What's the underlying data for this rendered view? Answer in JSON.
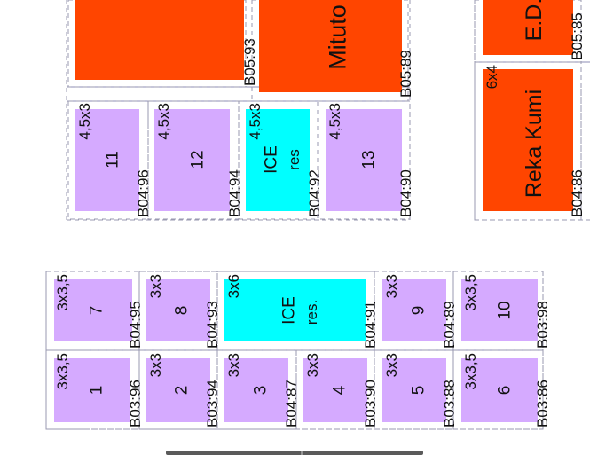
{
  "colors": {
    "booth_standard": "#d5aaff",
    "booth_ice": "#00ffff",
    "booth_exhibitor": "#ff4500",
    "outline": "#9a9ab0",
    "bottom_bar": "#5a5a5a"
  },
  "booths": [
    {
      "num": "7",
      "size": "3x3,5",
      "code": "B04:95",
      "type": "standard"
    },
    {
      "num": "8",
      "size": "3x3",
      "code": "B04:93",
      "type": "standard"
    },
    {
      "num": "ICE",
      "sub": "res.",
      "size": "3x6",
      "code": "B04:91",
      "type": "ice"
    },
    {
      "num": "9",
      "size": "3x3",
      "code": "B04:89",
      "type": "standard"
    },
    {
      "num": "10",
      "size": "3x3,5",
      "code": "B03:98",
      "type": "standard"
    },
    {
      "num": "1",
      "size": "3x3,5",
      "code": "B03:96",
      "type": "standard"
    },
    {
      "num": "2",
      "size": "3x3",
      "code": "B03:94",
      "type": "standard"
    },
    {
      "num": "3",
      "size": "3x3",
      "code": "B04:87",
      "type": "standard"
    },
    {
      "num": "4",
      "size": "3x3",
      "code": "B03:90",
      "type": "standard"
    },
    {
      "num": "5",
      "size": "3x3",
      "code": "B03:88",
      "type": "standard"
    },
    {
      "num": "6",
      "size": "3x3,5",
      "code": "B03:86",
      "type": "standard"
    },
    {
      "num": "11",
      "size": "4,5x3",
      "code": "B04:96",
      "type": "standard"
    },
    {
      "num": "12",
      "size": "4,5x3",
      "code": "B04:94",
      "type": "standard"
    },
    {
      "num": "ICE",
      "sub": "res",
      "size": "4,5x3",
      "code": "B04:92",
      "type": "ice"
    },
    {
      "num": "13",
      "size": "4,5x3",
      "code": "B04:90",
      "type": "standard"
    },
    {
      "num": "",
      "code": "B05:93",
      "type": "exhibitor"
    },
    {
      "num": "Mituto",
      "code": "B05:89",
      "type": "exhibitor"
    },
    {
      "num": "Reka Kumi",
      "size": "6x4",
      "code": "B04:86",
      "type": "exhibitor"
    },
    {
      "num": "E.D.",
      "code": "B05:85",
      "type": "exhibitor"
    }
  ]
}
